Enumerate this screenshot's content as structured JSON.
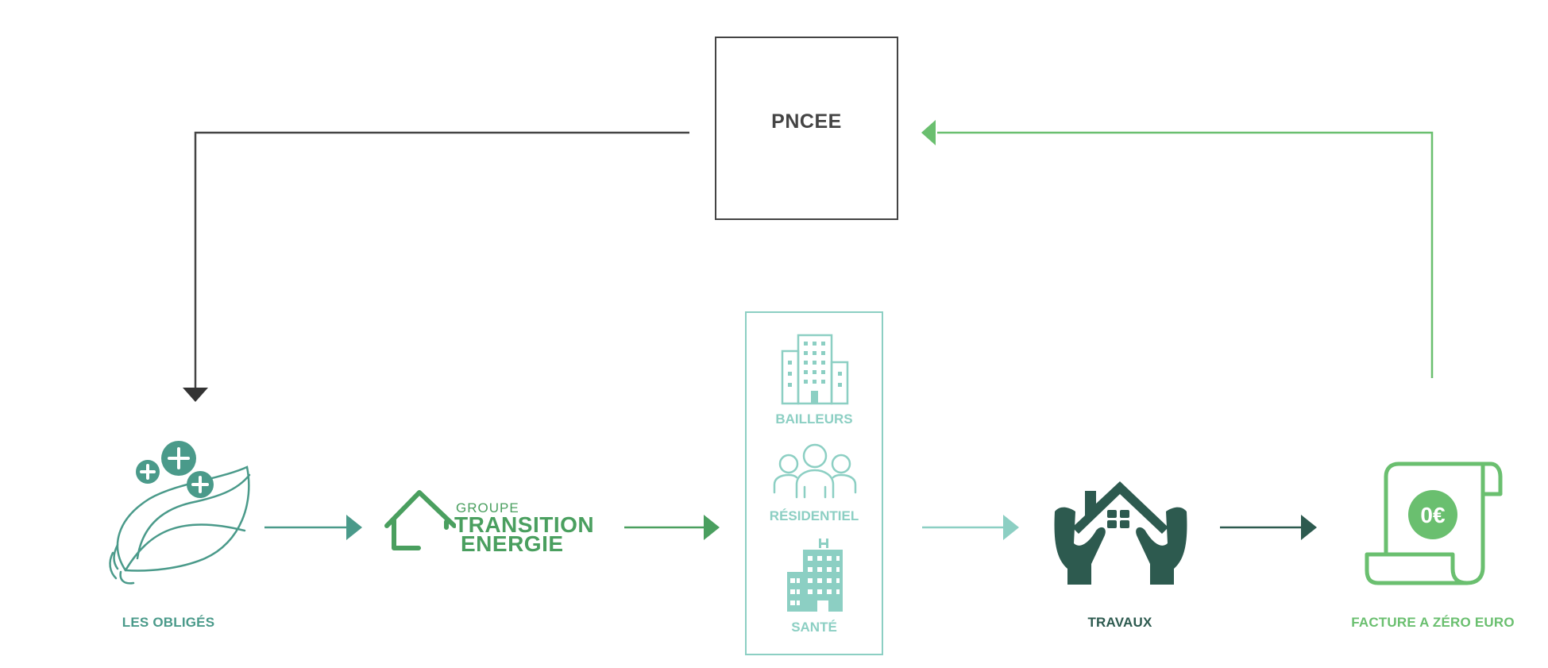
{
  "colors": {
    "dark": "#444444",
    "teal": "#4a9a8a",
    "green": "#4a9f5f",
    "light_teal": "#8ccfc3",
    "dark_green": "#2d5a4f",
    "bright_green": "#6abf6f"
  },
  "center": {
    "label": "PNCEE"
  },
  "nodes": [
    {
      "id": "oblige",
      "label": "LES OBLIGÉS",
      "icon": "lightbulb-leaf-icon"
    },
    {
      "id": "brand",
      "label": "",
      "icon": "house-logo-icon"
    },
    {
      "id": "beneficiaries",
      "label": "",
      "icon": ""
    },
    {
      "id": "travaux",
      "label": "TRAVAUX",
      "icon": "hands-house-icon"
    },
    {
      "id": "facture",
      "label": "FACTURE A ZÉRO EURO",
      "icon": "invoice-scroll-icon"
    }
  ],
  "brand": {
    "small": "GROUPE",
    "line1": "TRANSITION",
    "line2": "ENERGIE"
  },
  "beneficiaries": [
    {
      "label": "BAILLEURS",
      "icon": "buildings-icon"
    },
    {
      "label": "RÉSIDENTIEL",
      "icon": "people-icon"
    },
    {
      "label": "SANTÉ",
      "icon": "hospital-icon"
    }
  ],
  "invoice": {
    "amount": "0€"
  }
}
